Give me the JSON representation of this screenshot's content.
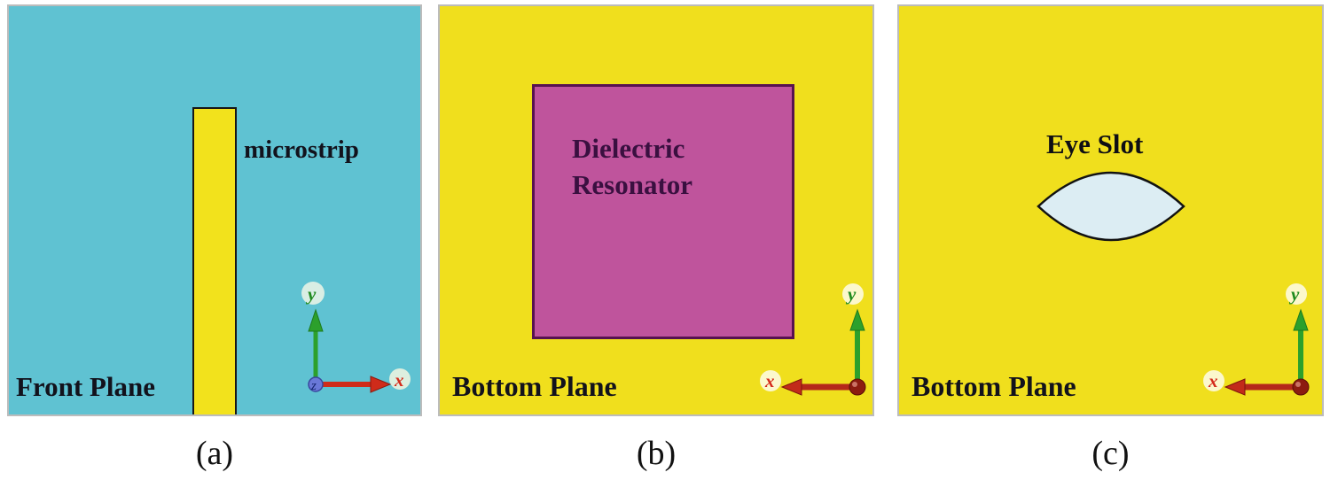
{
  "figure": {
    "panels": [
      {
        "caption": "(a)",
        "plane_label": "Front Plane",
        "feature_label": "microstrip",
        "axis": {
          "x_label": "x",
          "y_label": "y",
          "z_label": "z"
        }
      },
      {
        "caption": "(b)",
        "plane_label": "Bottom Plane",
        "feature_label": "Dielectric Resonator",
        "axis": {
          "x_label": "x",
          "y_label": "y"
        }
      },
      {
        "caption": "(c)",
        "plane_label": "Bottom Plane",
        "feature_label": "Eye Slot",
        "axis": {
          "x_label": "x",
          "y_label": "y"
        }
      }
    ],
    "colors": {
      "front_plane_bg": "#5fc2d2",
      "bottom_plane_bg": "#f0df1d",
      "microstrip_fill": "#f2e21c",
      "resonator_fill": "#bf549c",
      "resonator_border": "#571250",
      "eye_slot_fill": "#dcedf3",
      "axis_green": "#2ca02c",
      "axis_red": "#c82b1a",
      "z_sphere_blue": "#6a78d8",
      "origin_sphere_red": "#8c1c10"
    }
  }
}
